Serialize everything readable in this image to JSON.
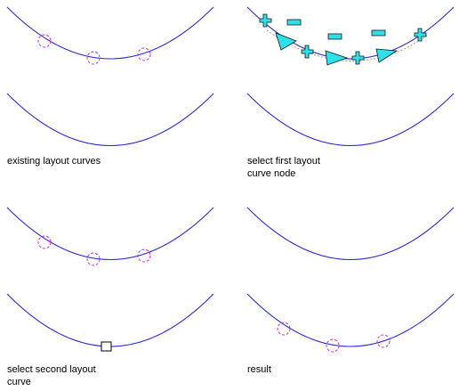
{
  "panels": [
    {
      "id": "existing",
      "caption_lines": [
        "existing layout curves"
      ]
    },
    {
      "id": "select-first",
      "caption_lines": [
        "select first layout",
        "curve node"
      ]
    },
    {
      "id": "select-second",
      "caption_lines": [
        "select second layout",
        "curve"
      ]
    },
    {
      "id": "result",
      "caption_lines": [
        "result"
      ]
    }
  ],
  "colors": {
    "curve": "#2a2ad8",
    "node": "#d62ad6",
    "grip": "#2ee0e8",
    "caption": "#000000",
    "background": "#ffffff"
  }
}
